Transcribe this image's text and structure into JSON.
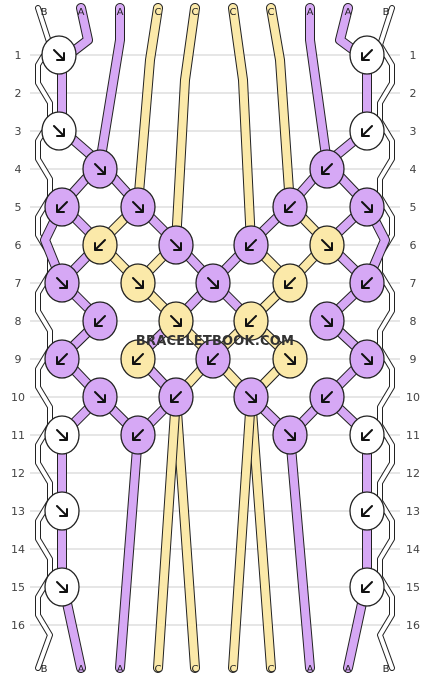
{
  "watermark": "BRACELETBOOK.COM",
  "strings_top": [
    "B",
    "A",
    "A",
    "C",
    "C",
    "C",
    "C",
    "A",
    "A",
    "B"
  ],
  "strings_bottom": [
    "B",
    "A",
    "A",
    "C",
    "C",
    "C",
    "C",
    "A",
    "A",
    "B"
  ],
  "rows": [
    "1",
    "2",
    "3",
    "4",
    "5",
    "6",
    "7",
    "8",
    "9",
    "10",
    "11",
    "12",
    "13",
    "14",
    "15",
    "16"
  ],
  "colors": {
    "A": "#d6a8f5",
    "B": "#ffffff",
    "C": "#fbe9a9",
    "stroke": "#222222",
    "grid": "#cccccc"
  },
  "knots": [
    [
      1,
      59,
      "B",
      "forward"
    ],
    [
      1,
      367,
      "B",
      "backward"
    ],
    [
      3,
      59,
      "B",
      "forward"
    ],
    [
      3,
      367,
      "B",
      "backward"
    ],
    [
      4,
      100,
      "A",
      "forward"
    ],
    [
      4,
      327,
      "A",
      "backward"
    ],
    [
      5,
      62,
      "A",
      "backward"
    ],
    [
      5,
      138,
      "A",
      "forward"
    ],
    [
      5,
      290,
      "A",
      "backward"
    ],
    [
      5,
      367,
      "A",
      "forward"
    ],
    [
      6,
      100,
      "C",
      "backward"
    ],
    [
      6,
      176,
      "A",
      "forward"
    ],
    [
      6,
      251,
      "A",
      "backward"
    ],
    [
      6,
      327,
      "C",
      "forward"
    ],
    [
      7,
      62,
      "A",
      "forward"
    ],
    [
      7,
      138,
      "C",
      "forward"
    ],
    [
      7,
      213,
      "A",
      "forward"
    ],
    [
      7,
      290,
      "C",
      "backward"
    ],
    [
      7,
      367,
      "A",
      "backward"
    ],
    [
      8,
      100,
      "A",
      "backward"
    ],
    [
      8,
      176,
      "C",
      "forward"
    ],
    [
      8,
      251,
      "C",
      "backward"
    ],
    [
      8,
      327,
      "A",
      "forward"
    ],
    [
      9,
      62,
      "A",
      "backward"
    ],
    [
      9,
      138,
      "C",
      "backward"
    ],
    [
      9,
      213,
      "A",
      "backward"
    ],
    [
      9,
      290,
      "C",
      "forward"
    ],
    [
      9,
      367,
      "A",
      "forward"
    ],
    [
      10,
      100,
      "A",
      "forward"
    ],
    [
      10,
      176,
      "A",
      "backward"
    ],
    [
      10,
      251,
      "A",
      "forward"
    ],
    [
      10,
      327,
      "A",
      "backward"
    ],
    [
      11,
      62,
      "B",
      "forward"
    ],
    [
      11,
      138,
      "A",
      "backward"
    ],
    [
      11,
      290,
      "A",
      "forward"
    ],
    [
      11,
      367,
      "B",
      "backward"
    ],
    [
      13,
      62,
      "B",
      "forward"
    ],
    [
      13,
      367,
      "B",
      "backward"
    ],
    [
      15,
      62,
      "B",
      "forward"
    ],
    [
      15,
      367,
      "B",
      "backward"
    ]
  ]
}
